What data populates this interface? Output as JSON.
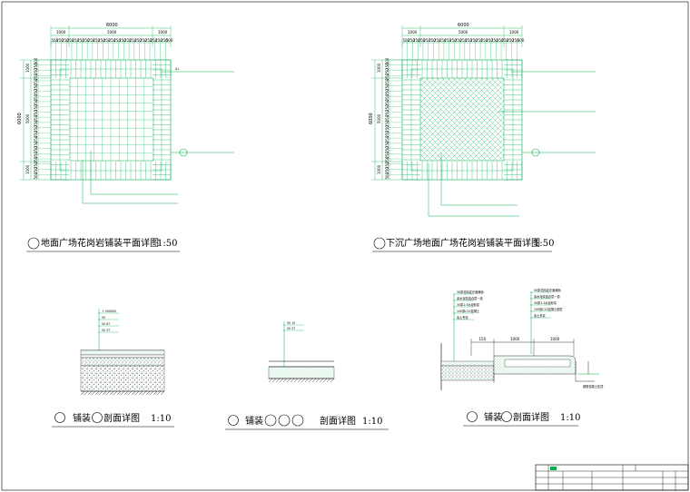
{
  "drawings": {
    "plan_a": {
      "title": "地面广场花岗岩铺装平面详图",
      "scale": "1:50",
      "top_total": "6000",
      "top_segments": [
        "1000",
        "5000",
        "1000"
      ],
      "top_modules": [
        "500",
        "250",
        "250",
        "250",
        "250",
        "250",
        "250",
        "250",
        "250",
        "250",
        "250",
        "250",
        "250",
        "250",
        "250",
        "250",
        "250",
        "250",
        "250",
        "250",
        "250",
        "250",
        "500"
      ],
      "left_total": "6000",
      "left_segments": [
        "1000",
        "5000",
        "1000"
      ],
      "tag": "A1"
    },
    "plan_b": {
      "title": "下沉广场地面广场花岗岩铺装平面详图",
      "scale": "1:50",
      "top_total": "6000",
      "top_segments": [
        "1000",
        "5000",
        "1000"
      ],
      "top_modules": [
        "500",
        "250",
        "250",
        "250",
        "250",
        "250",
        "250",
        "250",
        "250",
        "250",
        "250",
        "250",
        "250",
        "250",
        "250",
        "250",
        "250",
        "250",
        "250",
        "250",
        "250",
        "250",
        "500"
      ],
      "left_total": "6000",
      "left_segments": [
        "1000",
        "5000",
        "1000"
      ]
    },
    "section_1": {
      "title": "铺装",
      "title_b": "剖面详图",
      "scale": "1:10",
      "notes": [
        "+ 000000",
        "50 ",
        "50 87",
        "50 37"
      ]
    },
    "section_2": {
      "title": "铺装",
      "title_b": "剖面详图",
      "scale": "1:10",
      "notes": [
        "50 10",
        "50 37"
      ]
    },
    "section_3": {
      "title": "铺装",
      "title_b": "剖面详图",
      "scale": "1:10",
      "notes_left": [
        "30厚花岗岩光面铺面",
        "素水泥浆结合层一道",
        "30厚1:3水泥砂浆",
        "100厚C15混凝土",
        "素土夯实"
      ],
      "notes_right": [
        "30厚花岗岩光面铺面",
        "素水泥浆结合层一道",
        "30厚1:3水泥砂浆",
        "100厚C15混凝土垫层",
        "素土夯实"
      ],
      "dims": [
        "150",
        "1000",
        "1000"
      ],
      "side_note": "钢筋混凝土压顶"
    }
  },
  "colors": {
    "line": "#00b050",
    "black": "#000000",
    "hatch": "#00a040"
  }
}
